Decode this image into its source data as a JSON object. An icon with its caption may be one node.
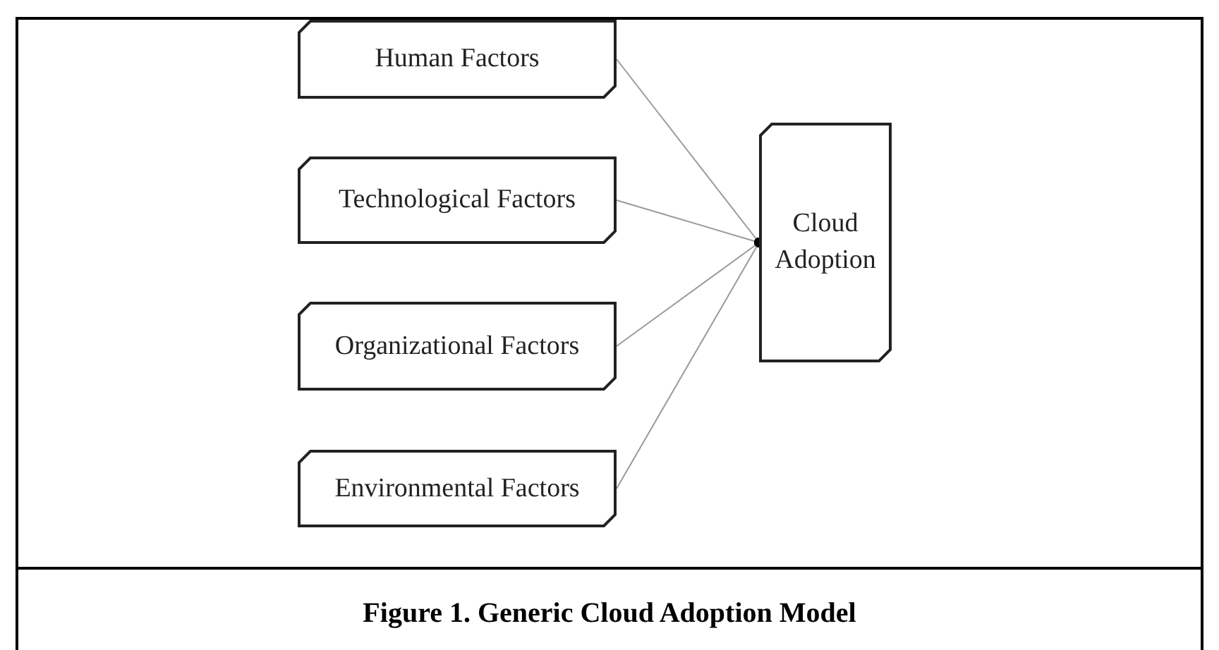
{
  "diagram": {
    "caption": "Figure 1. Generic Cloud Adoption Model",
    "nodes": [
      {
        "text": [
          "Human Factors"
        ]
      },
      {
        "text": [
          "Technological Factors"
        ]
      },
      {
        "text": [
          "Organizational Factors"
        ]
      },
      {
        "text": [
          "Environmental Factors"
        ]
      },
      {
        "text": [
          "Cloud Adoption"
        ]
      }
    ],
    "edges": [
      {
        "from": 0,
        "to": 4,
        "arrow": "other"
      },
      {
        "from": 1,
        "to": 4,
        "arrow": "other"
      },
      {
        "from": 2,
        "to": 4,
        "arrow": "other"
      },
      {
        "from": 3,
        "to": 4,
        "arrow": "other"
      }
    ]
  }
}
